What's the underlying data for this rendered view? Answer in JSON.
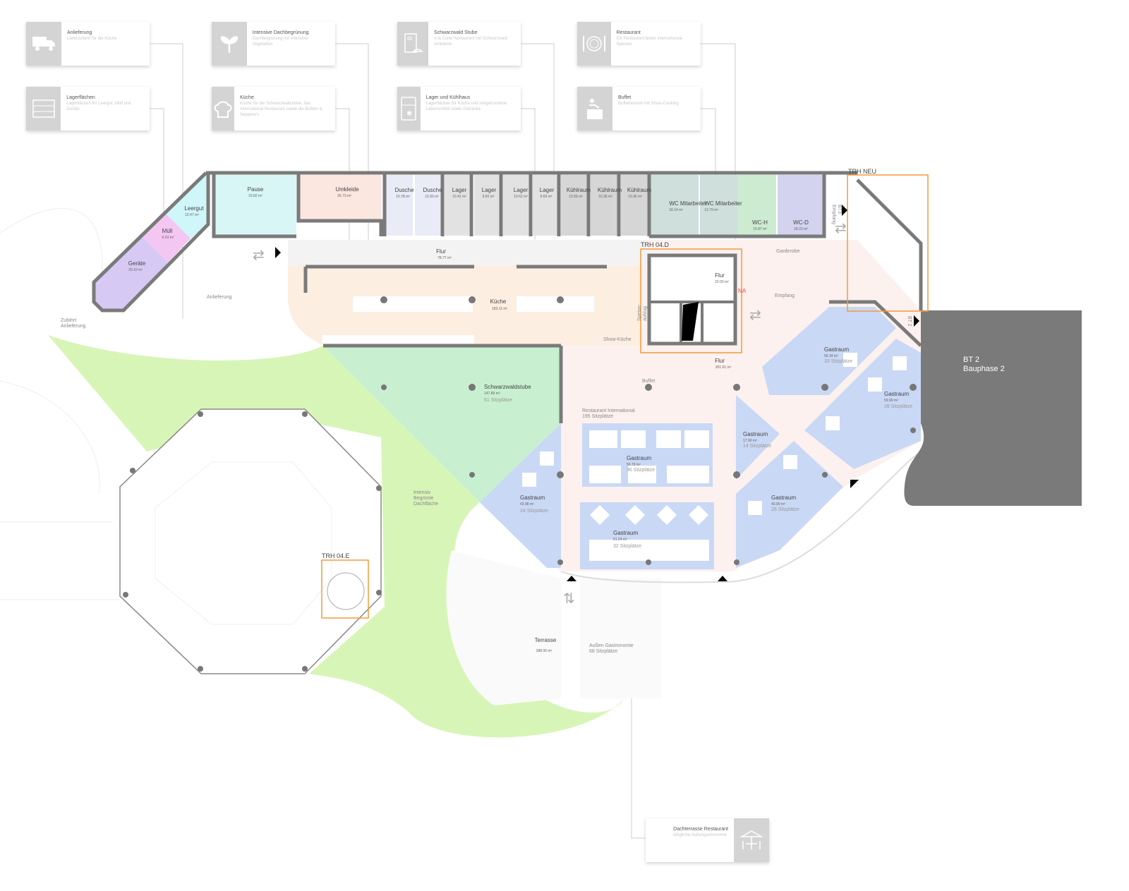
{
  "legend": [
    {
      "title": "Anlieferung",
      "desc": "Lieferzufahrt für die Küche",
      "icon": "truck-icon"
    },
    {
      "title": "Intensive Dachbegrünung",
      "desc": "Dachbegrünung mit intensiver Vegetation",
      "icon": "plant-icon"
    },
    {
      "title": "Schwarzwald Stube",
      "desc": "A la Carte Restaurant mit Schwarzwald Ambiente",
      "icon": "menu-cloche-icon"
    },
    {
      "title": "Restaurant",
      "desc": "Ein Restaurant bietet internationale Speisen",
      "icon": "plate-cutlery-icon"
    },
    {
      "title": "Lagerflächen",
      "desc": "Lagerflächen für Leergut, Müll und Geräte",
      "icon": "shelf-icon"
    },
    {
      "title": "Küche",
      "desc": "Küche für die Schwarzwaldstube, das International Restaurant sowie die Buffets & Separee's",
      "icon": "chef-hat-icon"
    },
    {
      "title": "Lager und Kühlhaus",
      "desc": "Lagerflächen für Küche und zeitgebundene Lebensmittel sowie Getränke",
      "icon": "fridge-icon"
    },
    {
      "title": "Buffet",
      "desc": "Buffetbereich mit Show-Cooking",
      "icon": "buffet-icon"
    },
    {
      "title": "Dachterrasse Restaurant",
      "desc": "Mögliche Außengastronomie",
      "icon": "parasol-table-icon"
    }
  ],
  "rooms": {
    "pause": {
      "name": "Pause",
      "area": "33.82 m²"
    },
    "umkleide": {
      "name": "Umkleide",
      "area": "25.73 m²"
    },
    "leergut": {
      "name": "Leergut",
      "area": "10.47 m²"
    },
    "muell": {
      "name": "Müll",
      "area": "6.93 m²"
    },
    "geraete": {
      "name": "Geräte",
      "area": "20.10 m²"
    },
    "dusche1": {
      "name": "Dusche",
      "area": "10.78 m²"
    },
    "dusche2": {
      "name": "Dusche",
      "area": "10.93 m²"
    },
    "lager1": {
      "name": "Lager",
      "area": "10.41 m²"
    },
    "lager2": {
      "name": "Lager",
      "area": "9.60 m²"
    },
    "lager3": {
      "name": "Lager",
      "area": "10.62 m²"
    },
    "lager4": {
      "name": "Lager",
      "area": "9.60 m²"
    },
    "kuehl1": {
      "name": "Kühlraum",
      "area": "10.59 m²"
    },
    "kuehl2": {
      "name": "Kühlraum",
      "area": "10.36 m²"
    },
    "kuehl3": {
      "name": "Kühlraum",
      "area": "10.36 m²"
    },
    "wc1": {
      "name": "WC Mitarbeiter",
      "area": "18.14 m²"
    },
    "wc2": {
      "name": "WC Mitarbeiter",
      "area": "13.79 m²"
    },
    "wch": {
      "name": "WC-H",
      "area": "15.87 m²"
    },
    "wcd": {
      "name": "WC-D",
      "area": "18.23 m²"
    },
    "flur1": {
      "name": "Flur",
      "area": "78.77 m²"
    },
    "kueche": {
      "name": "Küche",
      "area": "183.11 m²"
    },
    "flur2": {
      "name": "Flur",
      "area": "22.00 m²"
    },
    "flur3": {
      "name": "Flur",
      "area": "301.61 m²"
    },
    "schwarz": {
      "name": "Schwarzwaldstube",
      "area": "147.89 m²",
      "seats": "61 Sitzplätze"
    },
    "g1": {
      "name": "Gastraum",
      "area": "56.34 m²",
      "seats": "33 Sitzplätze"
    },
    "g2": {
      "name": "Gastraum",
      "area": "59.90 m²",
      "seats": "28 Sitzplätze"
    },
    "g3": {
      "name": "Gastraum",
      "area": "17.90 m²",
      "seats": "14 Sitzplätze"
    },
    "g4": {
      "name": "Gastraum",
      "area": "56.79 m²",
      "seats": "36 Sitzplätze"
    },
    "g5": {
      "name": "Gastraum",
      "area": "43.98 m²",
      "seats": "24 Sitzplätze"
    },
    "g6": {
      "name": "Gastraum",
      "area": "61.24 m²",
      "seats": "32 Sitzplätze"
    },
    "g7": {
      "name": "Gastraum",
      "area": "40.90 m²",
      "seats": "28 Sitzplätze"
    },
    "terrasse": {
      "name": "Terrasse",
      "area": "288.06 m²"
    }
  },
  "labels": {
    "anlieferung": "Anlieferung",
    "zufahrt1": "Zufahrt",
    "zufahrt2": "Anlieferung",
    "garderobe": "Garderobe",
    "empfang": "Empfang",
    "bt3_1": "BT3",
    "bt3_2": "Empfang",
    "speise1": "Speise-",
    "speise2": "aufzug",
    "showkueche": "Show-Küche",
    "buffet": "Buffet",
    "na": "NA",
    "ri_name": "Restaurant International",
    "ri_seats": "195 Sitzplätze",
    "roof1": "Intensiv",
    "roof2": "Begrünte",
    "roof3": "Dachfläche",
    "aussen_name": "Außen Gastronomie",
    "aussen_seats": "68 Sitzplätze",
    "trh_neu": "TRH NEU",
    "trh_04d": "TRH 04.D",
    "trh_04e": "TRH 04.E",
    "bt2": "BT 2",
    "bt2_phase": "Bauphase 2",
    "bt2_side": "BT 2"
  },
  "colors": {
    "orange": "#f39a3a",
    "wall": "#7a7a7a",
    "green": "#d8f5b8",
    "blue": "#c9d8f5",
    "na": "#ff4040"
  }
}
